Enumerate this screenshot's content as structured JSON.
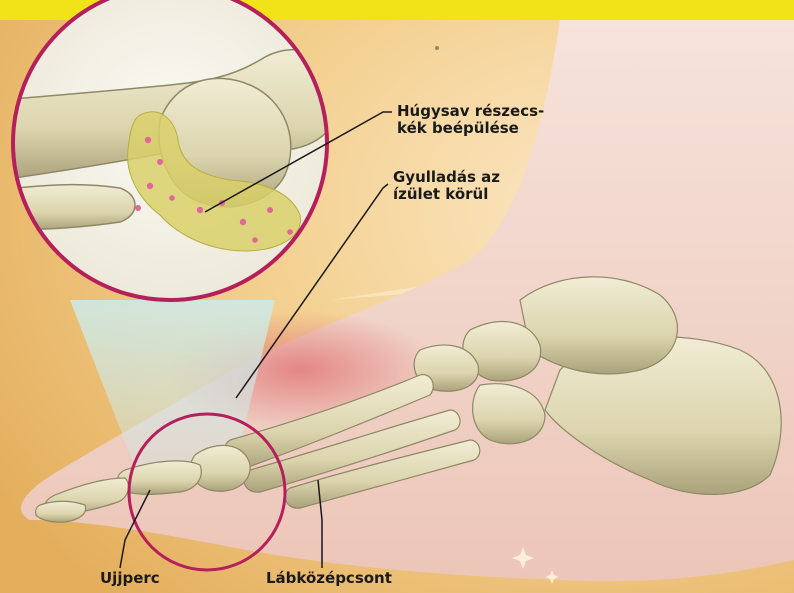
{
  "labels": {
    "uric_acid_line1": "Húgysav részecs-",
    "uric_acid_line2": "kék beépülése",
    "inflammation_line1": "Gyulladás az",
    "inflammation_line2": "ízület körül",
    "toe_phalanx": "Ujjperc",
    "metatarsal": "Lábközépcsont"
  },
  "colors": {
    "background": "#f3cf8e",
    "banner": "#f1e318",
    "zoom_circle": "#b41f5c",
    "bone": "#e6e0bf",
    "crystal_deposit": "#d9d06a",
    "crystal_dot": "#e0679a",
    "inflammation": "#e58a8a",
    "skin": "#f1d7cd"
  }
}
